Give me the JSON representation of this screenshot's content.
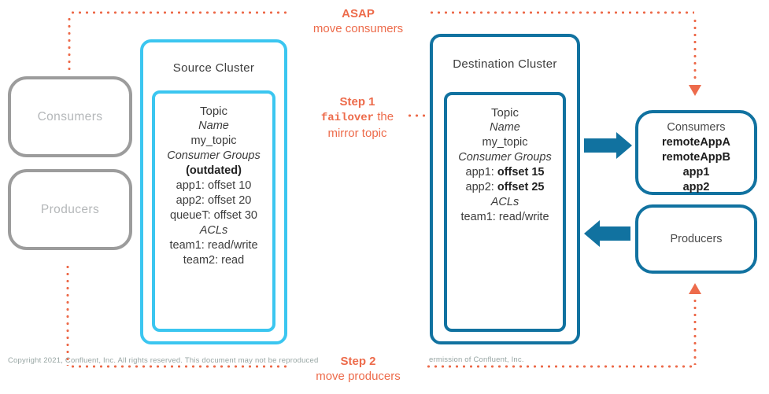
{
  "colors": {
    "orange": "#ED6B4B",
    "cyan": "#3BC6F0",
    "teal": "#1172A0",
    "gray_border": "#9C9C9C",
    "gray_label": "#B4B7B9",
    "dark_text": "#3C3C3C",
    "footer_text": "#97A5A3"
  },
  "annotations": {
    "asap": {
      "title": "ASAP",
      "subtitle": "move consumers"
    },
    "step1": {
      "title": "Step 1",
      "code": "failover",
      "after_code": " the",
      "line2": "mirror topic"
    },
    "step2": {
      "title": "Step 2",
      "subtitle": "move producers"
    }
  },
  "left": {
    "consumers_label": "Consumers",
    "producers_label": "Producers"
  },
  "source_cluster": {
    "title": "Source Cluster",
    "topic": {
      "title": "Topic",
      "name_label": "Name",
      "name_value": "my_topic",
      "groups_label": "Consumer Groups",
      "groups_note": "(outdated)",
      "groups": [
        "app1: offset 10",
        "app2: offset 20",
        "queueT: offset 30"
      ],
      "acls_label": "ACLs",
      "acls": [
        "team1: read/write",
        "team2: read"
      ]
    }
  },
  "destination_cluster": {
    "title": "Destination Cluster",
    "topic": {
      "title": "Topic",
      "name_label": "Name",
      "name_value": "my_topic",
      "groups_label": "Consumer Groups",
      "groups": [
        {
          "prefix": "app1: ",
          "bold": "offset 15"
        },
        {
          "prefix": "app2: ",
          "bold": "offset 25"
        }
      ],
      "acls_label": "ACLs",
      "acls": [
        "team1: read/write"
      ]
    }
  },
  "right": {
    "consumers_title": "Consumers",
    "consumer_apps": [
      "remoteAppA",
      "remoteAppB",
      "app1",
      "app2"
    ],
    "producers_label": "Producers"
  },
  "footer": {
    "left": "Copyright 2021, Confluent, Inc. All rights reserved. This document may not be reproduced",
    "right": "ermission of Confluent, Inc."
  }
}
